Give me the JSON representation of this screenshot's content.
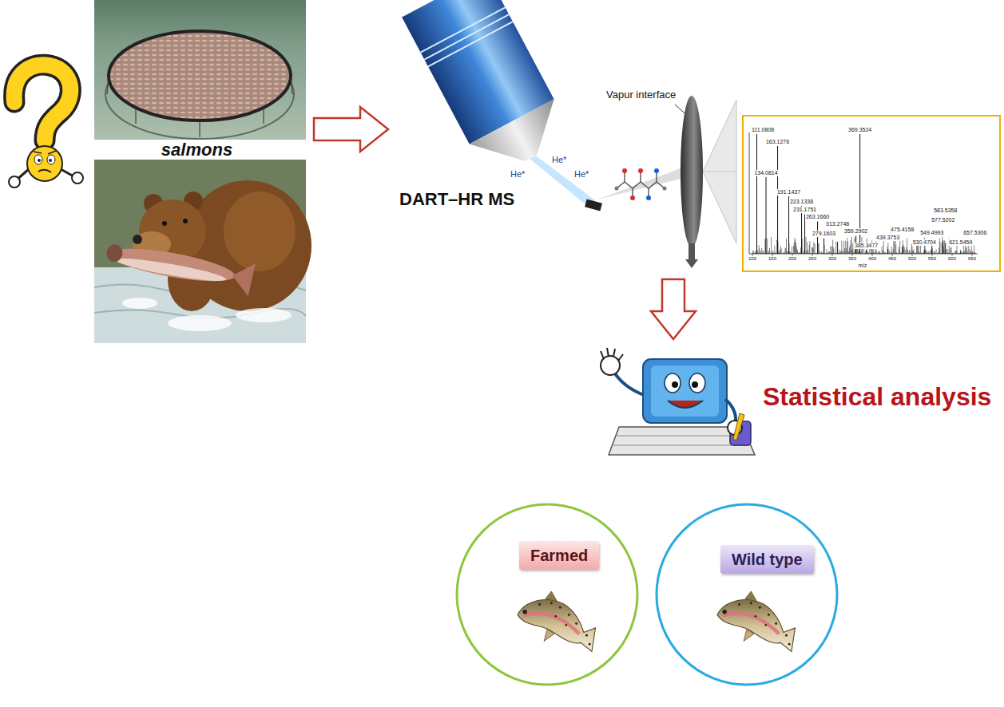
{
  "diagram": {
    "nodes": [
      {
        "text": [
          "salmons"
        ]
      },
      {
        "text": [
          "DART–HR MS"
        ]
      },
      {
        "text": [
          "Statistical analysis"
        ]
      },
      {
        "text": [
          "Farmed"
        ]
      },
      {
        "text": [
          "Wild type"
        ]
      }
    ],
    "edges": [
      {
        "from": 0,
        "to": 1,
        "arrow": "to"
      },
      {
        "from": 1,
        "to": 2,
        "arrow": "to"
      }
    ],
    "labels": [
      "Vapur interface",
      "He*",
      "He*",
      "He*",
      "111.0808",
      "134.0814",
      "163.1276",
      "191.1437",
      "223.1338",
      "231.1751",
      "263.1660",
      "279.1603",
      "313.2748",
      "359.2902",
      "369.3524",
      "385.3477",
      "439.3753",
      "475.4158",
      "530.4704",
      "549.4993",
      "577.5202",
      "583.5358",
      "621.5459",
      "657.5306",
      "100",
      "150",
      "200",
      "250",
      "300",
      "350",
      "400",
      "450",
      "500",
      "550",
      "600",
      "650",
      "m/z"
    ]
  }
}
